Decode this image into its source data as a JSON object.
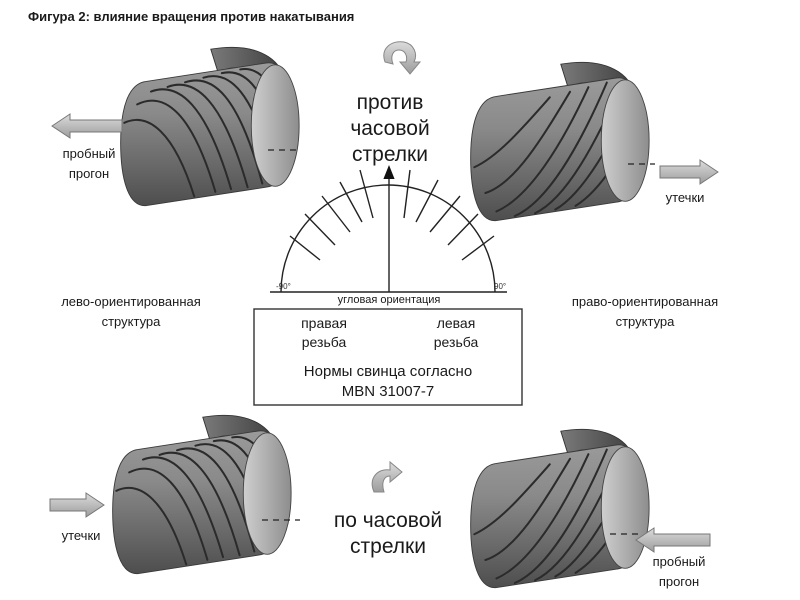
{
  "title": "Фигура 2: влияние вращения против накатывания",
  "ccw_label": [
    "против",
    "часовой",
    "стрелки"
  ],
  "cw_label": [
    "по часовой",
    "стрелки"
  ],
  "labels": {
    "top_left_arrow": [
      "пробный",
      "прогон"
    ],
    "top_right_arrow": "утечки",
    "bottom_left_arrow": "утечки",
    "bottom_right_arrow": [
      "пробный",
      "прогон"
    ],
    "left_structure": [
      "лево-ориентированная",
      "структура"
    ],
    "right_structure": [
      "право-ориентированная",
      "структура"
    ]
  },
  "gauge": {
    "left_tick": "-90°",
    "right_tick": "90°",
    "caption": "угловая ориентация"
  },
  "box": {
    "left_thread": [
      "правая",
      "резьба"
    ],
    "right_thread": [
      "левая",
      "резьба"
    ],
    "norm": [
      "Нормы свинца согласно",
      "MBN 31007-7"
    ]
  },
  "colors": {
    "shaft": "#7e7e7e",
    "shaft_light": "#b8b8b8",
    "seal": "#555555",
    "arrow_fill": "#c9c9c9",
    "rotation_arrow": "#bdbdbd"
  }
}
